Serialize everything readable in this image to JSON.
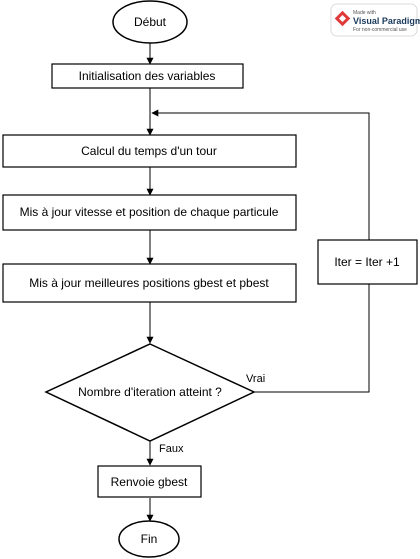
{
  "watermark": {
    "line1": "Made with",
    "brand": "Visual Paradigm",
    "line3": "For non-commercial use"
  },
  "nodes": {
    "start": "Début",
    "init": "Initialisation des variables",
    "calc": "Calcul du temps d'un tour",
    "update_velocity": "Mis à jour vitesse et position de chaque particule",
    "update_best": "Mis à jour meilleures positions gbest et pbest",
    "decision": "Nombre d'iteration atteint ?",
    "iter": "Iter = Iter +1",
    "return": "Renvoie gbest",
    "end": "Fin"
  },
  "edges": {
    "yes_label": "Vrai",
    "no_label": "Faux"
  }
}
